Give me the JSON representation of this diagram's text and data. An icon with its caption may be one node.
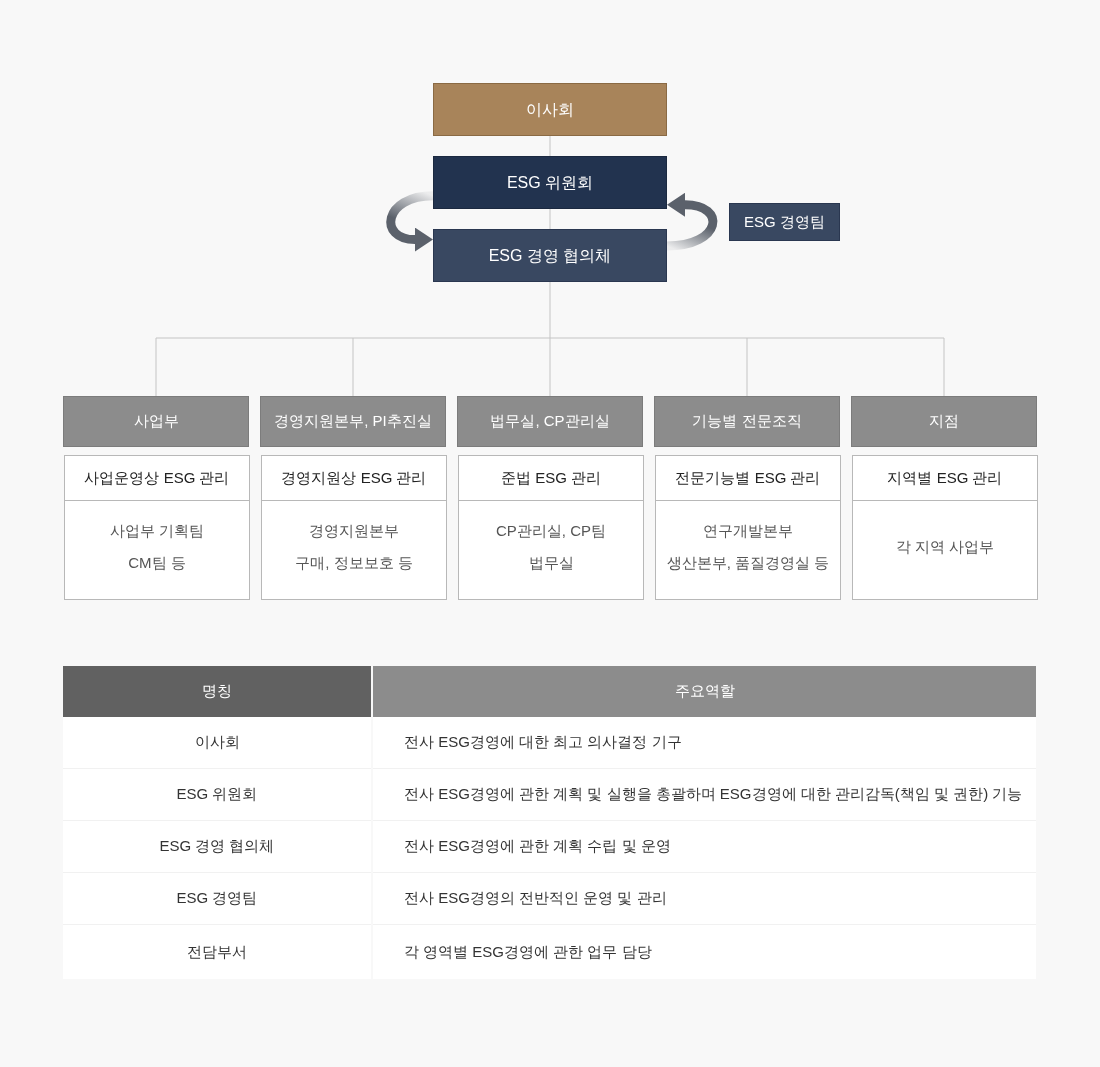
{
  "diagram": {
    "nodes": [
      {
        "text": [
          "이사회"
        ]
      },
      {
        "text": [
          "ESG 위원회"
        ]
      },
      {
        "text": [
          "ESG 경영 협의체"
        ]
      },
      {
        "text": [
          "ESG 경영팀"
        ]
      },
      {
        "text": [
          "사업부"
        ]
      },
      {
        "text": [
          "경영지원본부, PI추진실"
        ]
      },
      {
        "text": [
          "법무실, CP관리실"
        ]
      },
      {
        "text": [
          "기능별 전문조직"
        ]
      },
      {
        "text": [
          "지점"
        ]
      },
      {
        "text": [
          "사업운영상 ESG 관리",
          "사업부 기획팀",
          "CM팀 등"
        ]
      },
      {
        "text": [
          "경영지원상 ESG 관리",
          "경영지원본부",
          "구매, 정보보호 등"
        ]
      },
      {
        "text": [
          "준법 ESG 관리",
          "CP관리실, CP팀",
          "법무실"
        ]
      },
      {
        "text": [
          "전문기능별 ESG 관리",
          "연구개발본부",
          "생산본부, 품질경영실 등"
        ]
      },
      {
        "text": [
          "지역별 ESG 관리",
          "각 지역 사업부"
        ]
      }
    ],
    "edges": [
      {
        "from": 0,
        "to": 1,
        "arrow": "none"
      },
      {
        "from": 1,
        "to": 2,
        "arrow": "none"
      },
      {
        "from": 1,
        "to": 2,
        "arrow": "to",
        "style": "thick",
        "color": "#5b616b"
      },
      {
        "from": 2,
        "to": 1,
        "arrow": "to",
        "style": "thick",
        "color": "#5b616b"
      },
      {
        "from": 2,
        "to": 4,
        "arrow": "none"
      },
      {
        "from": 2,
        "to": 5,
        "arrow": "none"
      },
      {
        "from": 2,
        "to": 6,
        "arrow": "none"
      },
      {
        "from": 2,
        "to": 7,
        "arrow": "none"
      },
      {
        "from": 2,
        "to": 8,
        "arrow": "none"
      }
    ],
    "labels": [
      "명칭",
      "주요역할",
      "이사회",
      "전사 ESG경영에 대한 최고 의사결정 기구",
      "ESG 위원회",
      "전사 ESG경영에 관한 계획 및 실행을 총괄하며 ESG경영에 대한 관리감독(책임 및 권한) 기능",
      "ESG 경영 협의체",
      "전사 ESG경영에 관한 계획 수립 및 운영",
      "ESG 경영팀",
      "전사 ESG경영의 전반적인 운영 및 관리",
      "전담부서",
      "각 영역별 ESG경영에 관한 업무 담당"
    ]
  }
}
